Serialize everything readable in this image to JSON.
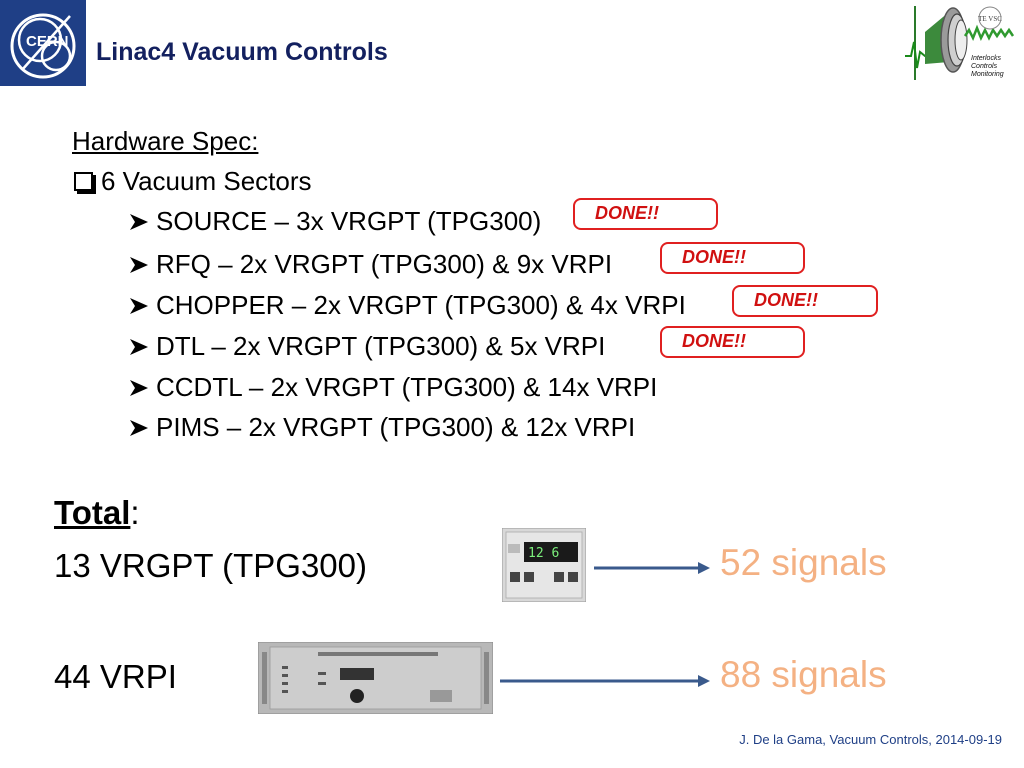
{
  "header": {
    "title": "Linac4 Vacuum Controls",
    "cern_logo_text": "CERN",
    "icm_logo": {
      "org": "TE VSC",
      "lines": [
        "Interlocks",
        "Controls",
        "Monitoring"
      ]
    }
  },
  "spec": {
    "heading": "Hardware Spec:",
    "sectors_label": "6 Vacuum Sectors",
    "sectors": [
      {
        "text": "SOURCE – 3x VRGPT (TPG300)",
        "status": "DONE!!"
      },
      {
        "text": "RFQ – 2x VRGPT (TPG300) & 9x VRPI",
        "status": "DONE!!"
      },
      {
        "text": "CHOPPER – 2x VRGPT (TPG300) & 4x VRPI",
        "status": "DONE!!"
      },
      {
        "text": "DTL – 2x VRGPT (TPG300) & 5x VRPI",
        "status": "DONE!!"
      },
      {
        "text": "CCDTL – 2x VRGPT (TPG300) & 14x VRPI",
        "status": ""
      },
      {
        "text": "PIMS – 2x VRGPT (TPG300) & 12x VRPI",
        "status": ""
      }
    ]
  },
  "total": {
    "label": "Total",
    "vrgpt": "13 VRGPT (TPG300)",
    "vrgpt_signals": "52 signals",
    "vrgpt_display": "12 6",
    "vrpi": "44 VRPI",
    "vrpi_signals": "88 signals"
  },
  "footer": "J. De la Gama, Vacuum Controls, 2014-09-19",
  "colors": {
    "title": "#13205f",
    "cern_blue": "#1f3f86",
    "done_red": "#e02020",
    "signals": "#f4b183",
    "arrow": "#3a5a8c"
  }
}
